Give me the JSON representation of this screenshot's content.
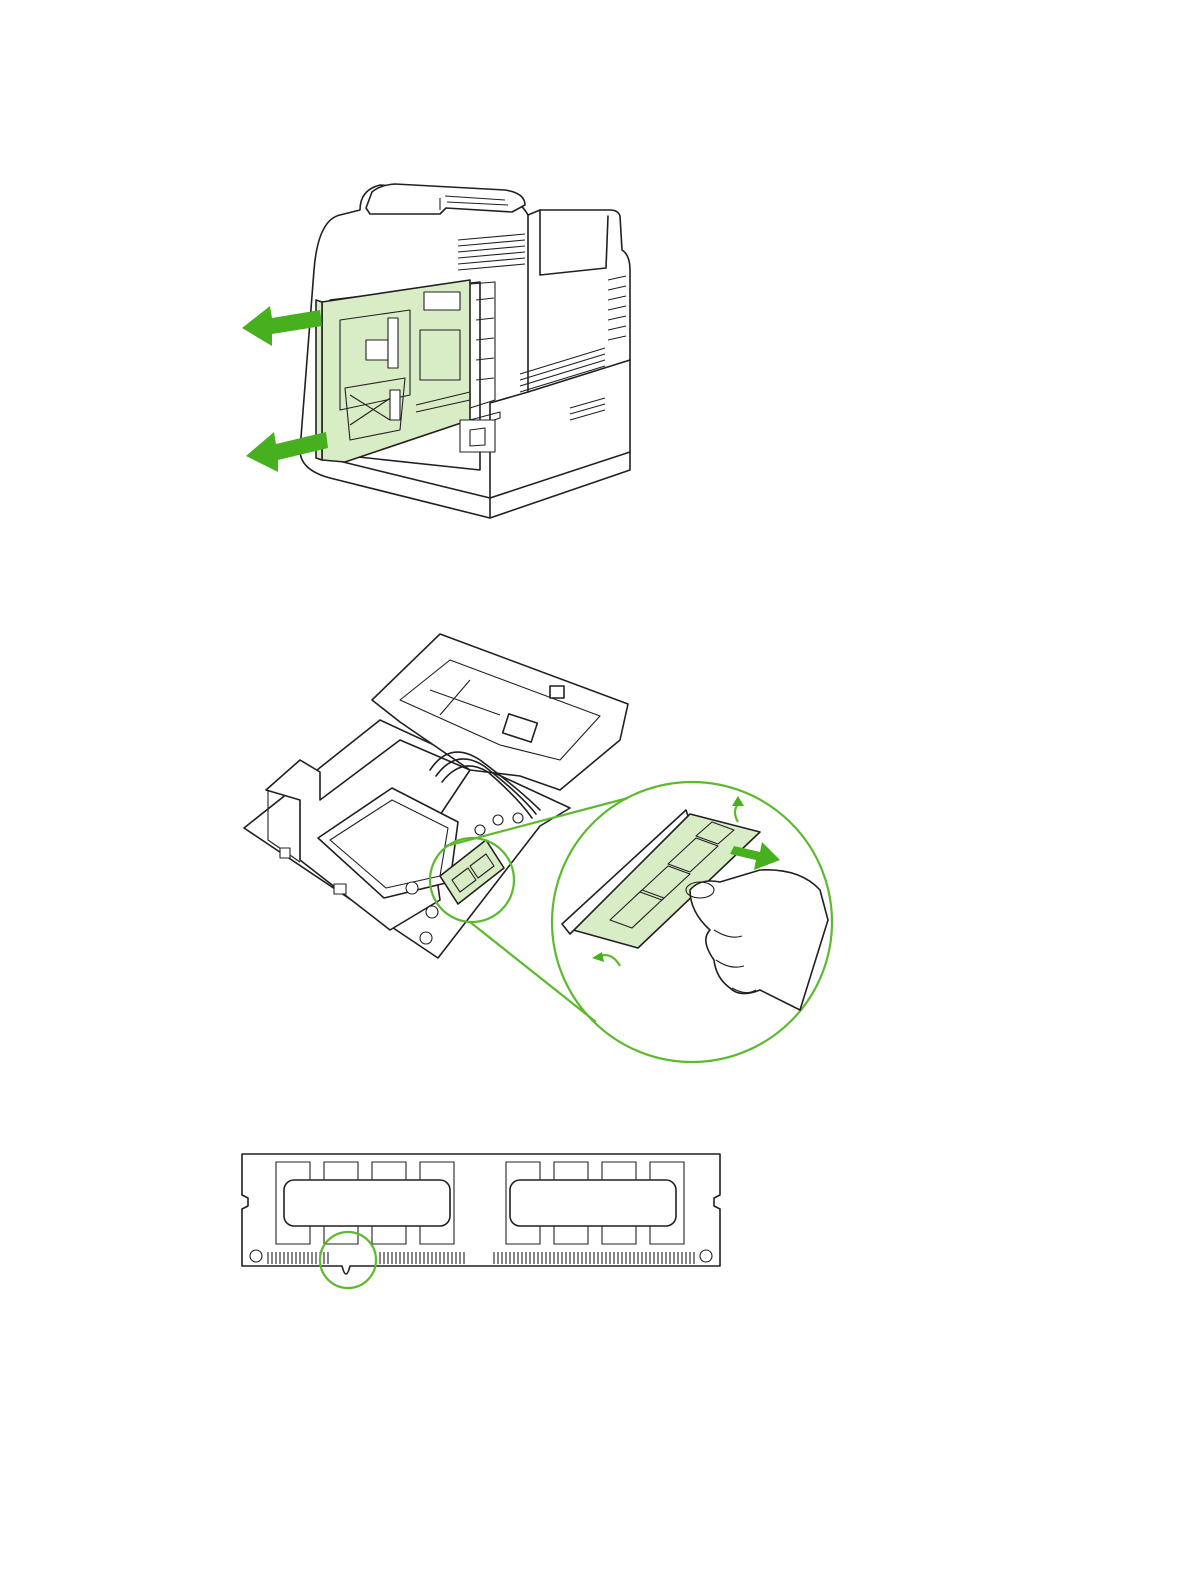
{
  "colors": {
    "accent_green": "#46b01e",
    "callout_green": "#5dba2f",
    "board_green": "#d8ecc6",
    "line": "#231f20",
    "background": "#ffffff"
  },
  "figures": [
    {
      "id": "figure-printer",
      "icon": "printer-formatter-removal-illustration"
    },
    {
      "id": "figure-formatter-board",
      "icon": "dimm-removal-illustration"
    },
    {
      "id": "figure-dimm",
      "icon": "dimm-notch-illustration"
    }
  ]
}
